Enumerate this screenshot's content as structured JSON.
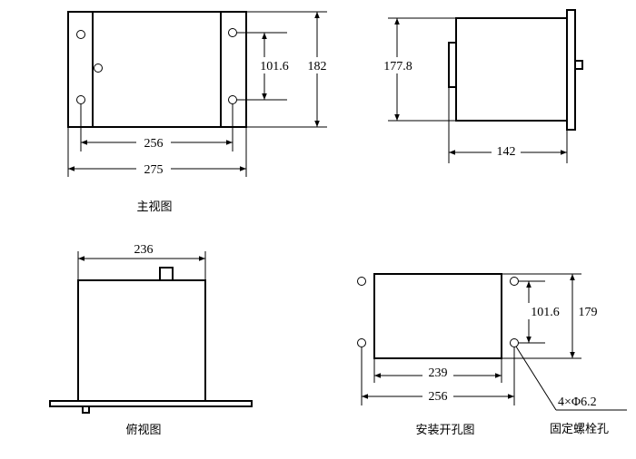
{
  "views": {
    "front": {
      "caption": "主视图",
      "dim_width_inner": "256",
      "dim_width_outer": "275",
      "dim_hole_spacing": "101.6",
      "dim_height": "182"
    },
    "side": {
      "dim_height": "177.8",
      "dim_depth": "142"
    },
    "top": {
      "caption": "俯视图",
      "dim_width": "236"
    },
    "cutout": {
      "caption": "安装开孔图",
      "dim_width_inner": "239",
      "dim_width_outer": "256",
      "dim_hole_spacing": "101.6",
      "dim_height": "179",
      "hole_spec": "4×Φ6.2",
      "hole_label": "固定螺栓孔"
    }
  }
}
